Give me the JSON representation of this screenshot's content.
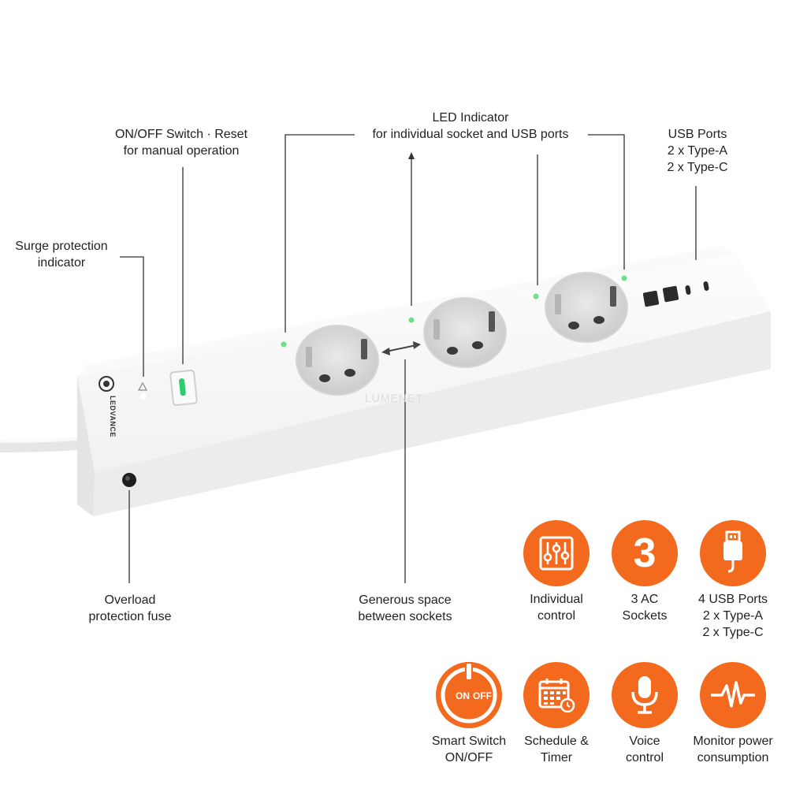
{
  "callouts": {
    "led_indicator": "LED Indicator\nfor individual socket and USB ports",
    "on_off_switch": "ON/OFF Switch · Reset\nfor manual operation",
    "surge_protection": "Surge protection\nindicator",
    "usb_ports": "USB Ports\n2 x Type-A\n2 x Type-C",
    "overload_fuse": "Overload\nprotection fuse",
    "generous_space": "Generous space\nbetween sockets"
  },
  "brand": "LEDVANCE",
  "watermark": "LUMENET",
  "features": [
    {
      "label": "Individual\ncontrol",
      "icon": "sliders-icon"
    },
    {
      "label": "3 AC\nSockets",
      "icon": "number-3",
      "value": "3"
    },
    {
      "label": "4 USB Ports\n2 x Type-A\n2 x Type-C",
      "icon": "usb-plug-icon"
    },
    {
      "label": "Smart Switch\nON/OFF",
      "icon": "power-on-off-icon",
      "on": "ON",
      "off": "OFF"
    },
    {
      "label": "Schedule &\nTimer",
      "icon": "calendar-clock-icon"
    },
    {
      "label": "Voice\ncontrol",
      "icon": "microphone-icon"
    },
    {
      "label": "Monitor power\nconsumption",
      "icon": "pulse-icon"
    }
  ],
  "colors": {
    "accent": "#f36a1e",
    "led": "#6ee08a",
    "body": "#f4f4f4"
  }
}
